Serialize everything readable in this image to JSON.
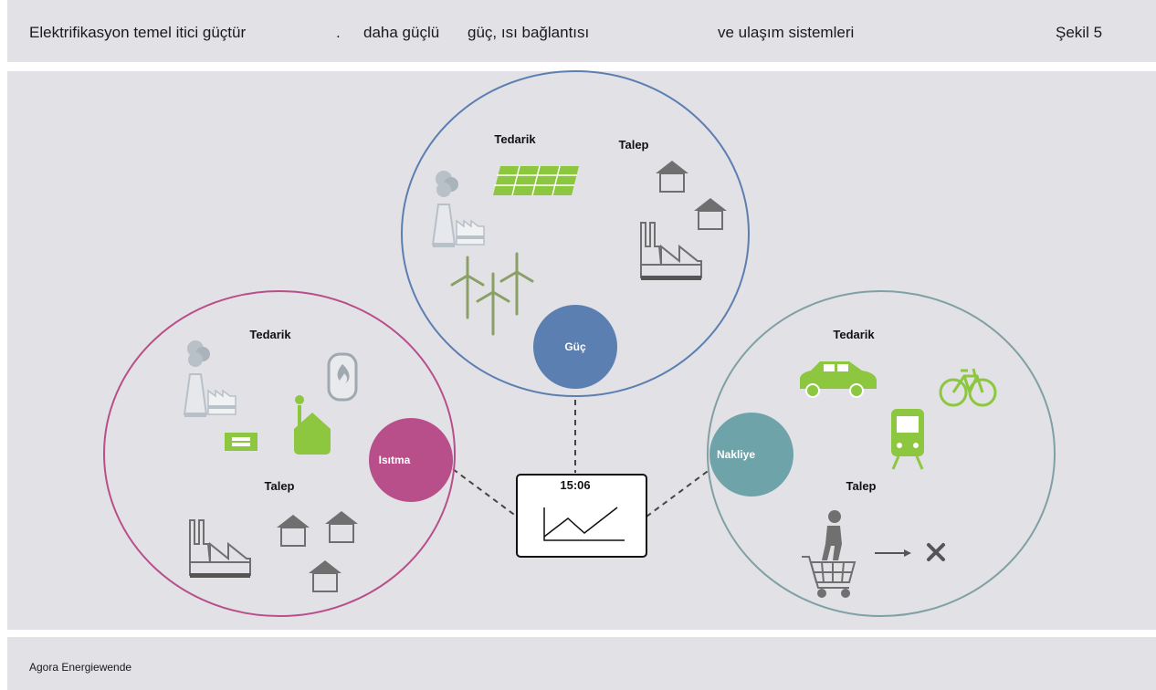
{
  "header": {
    "title_part1": "Elektrifikasyon temel itici güçtür",
    "title_dot": ".",
    "title_part2": "daha güçlü",
    "title_part3": "güç, ısı bağlantısı",
    "title_part4": "ve ulaşım sistemleri",
    "figure_label": "Şekil 5"
  },
  "diagram": {
    "power": {
      "hub_label": "Güç",
      "supply_label": "Tedarik",
      "demand_label": "Talep"
    },
    "heating": {
      "hub_label": "Isıtma",
      "supply_label": "Tedarik",
      "demand_label": "Talep"
    },
    "transport": {
      "hub_label": "Nakliye",
      "supply_label": "Tedarik",
      "demand_label": "Talep"
    },
    "center": {
      "time": "15:06"
    }
  },
  "colors": {
    "power": "#5b7fb0",
    "heating": "#b84f8a",
    "transport": "#6fa3aa",
    "icon_green": "#8dc63f",
    "icon_gray": "#707070"
  },
  "footer": {
    "source": "Agora Energiewende"
  }
}
